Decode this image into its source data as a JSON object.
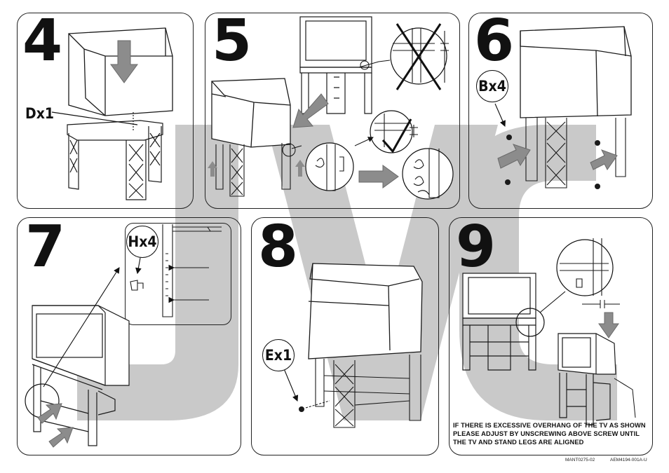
{
  "steps": [
    {
      "number": "4",
      "part_label": "Dx1"
    },
    {
      "number": "5"
    },
    {
      "number": "6",
      "part_label": "Bx4"
    },
    {
      "number": "7",
      "part_label": "Hx4"
    },
    {
      "number": "8",
      "part_label": "Ex1"
    },
    {
      "number": "9"
    }
  ],
  "watermark": {
    "text": "JVC",
    "color": "#c8c8c8"
  },
  "note": {
    "lines": [
      "IF THERE IS EXCESSIVE OVERHANG OF THE TV AS SHOWN",
      "PLEASE ADJUST BY UNSCREWING ABOVE SCREW UNTIL",
      "THE TV AND STAND LEGS ARE ALIGNED"
    ]
  },
  "footer": {
    "code_left": "MANT0275-02",
    "code_right": "AEM4194-001A-U"
  },
  "colors": {
    "arrow_gray": "#8c8c8c",
    "line": "#1a1a1a"
  }
}
